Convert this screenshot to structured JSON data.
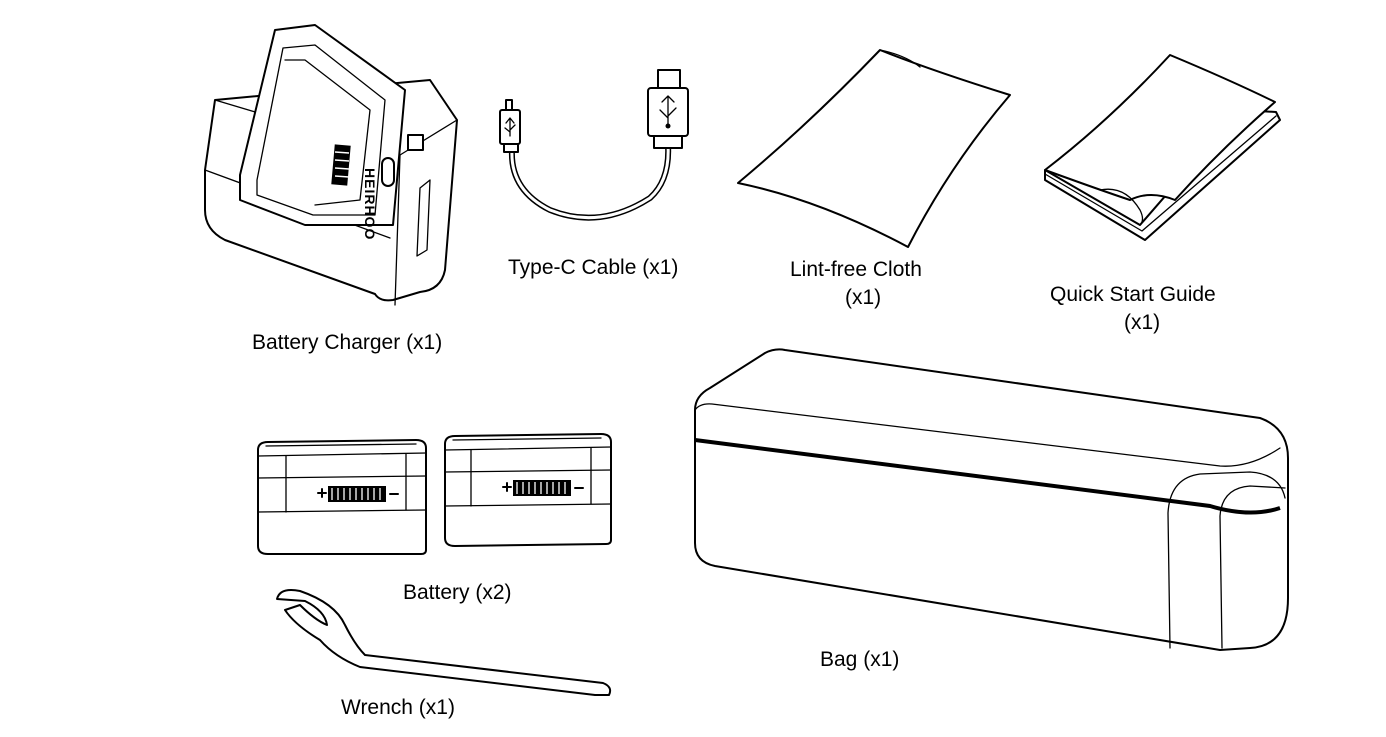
{
  "items": {
    "battery_charger": {
      "label": "Battery Charger  (x1)",
      "brand_text": "HEIRHOO"
    },
    "type_c_cable": {
      "label": "Type-C Cable (x1)"
    },
    "lint_free_cloth": {
      "label_line1": "Lint-free Cloth",
      "label_line2": "(x1)"
    },
    "quick_start_guide": {
      "label_line1": "Quick Start Guide",
      "label_line2": "(x1)"
    },
    "battery": {
      "label": "Battery  (x2)"
    },
    "wrench": {
      "label": "Wrench (x1)"
    },
    "bag": {
      "label": "Bag (x1)"
    }
  }
}
